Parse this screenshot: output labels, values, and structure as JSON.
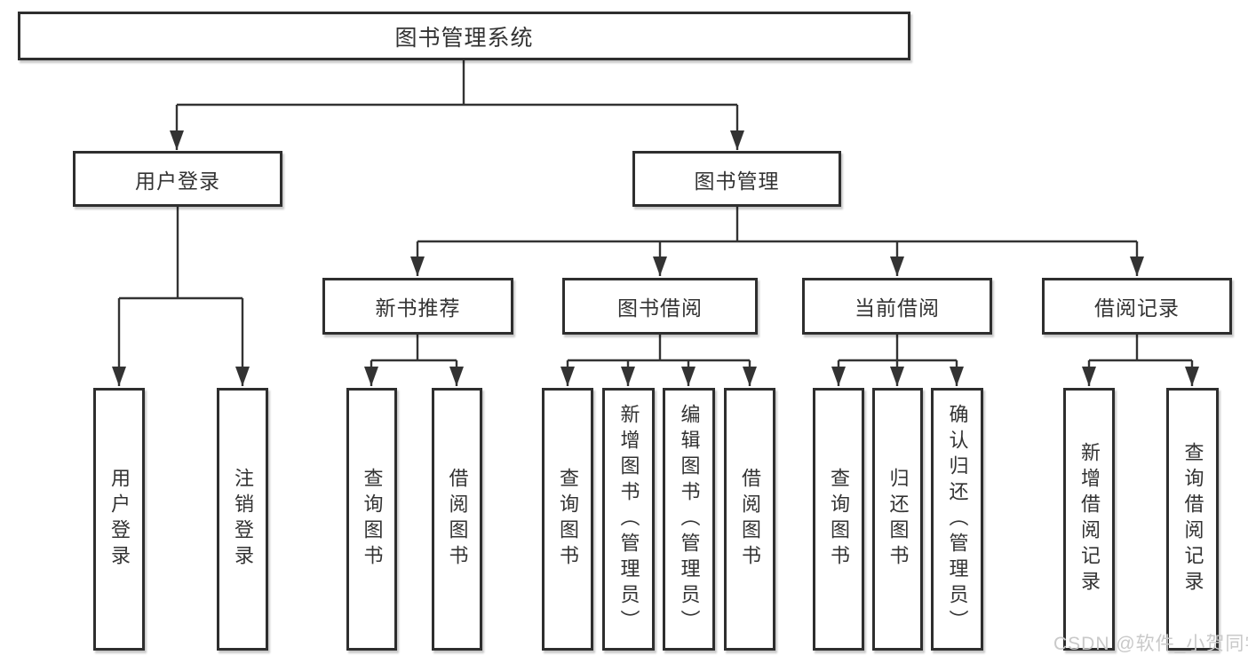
{
  "diagram": {
    "root": {
      "label": "图书管理系统"
    },
    "level2": [
      {
        "label": "用户登录"
      },
      {
        "label": "图书管理"
      }
    ],
    "level3": [
      {
        "parent": "图书管理",
        "label": "新书推荐"
      },
      {
        "parent": "图书管理",
        "label": "图书借阅"
      },
      {
        "parent": "图书管理",
        "label": "当前借阅"
      },
      {
        "parent": "图书管理",
        "label": "借阅记录"
      }
    ],
    "leaves": [
      {
        "parent": "用户登录",
        "label": "用户登录"
      },
      {
        "parent": "用户登录",
        "label": "注销登录"
      },
      {
        "parent": "新书推荐",
        "label": "查询图书"
      },
      {
        "parent": "新书推荐",
        "label": "借阅图书"
      },
      {
        "parent": "图书借阅",
        "label": "查询图书"
      },
      {
        "parent": "图书借阅",
        "label": "新增图书（管理员）"
      },
      {
        "parent": "图书借阅",
        "label": "编辑图书（管理员）"
      },
      {
        "parent": "图书借阅",
        "label": "借阅图书"
      },
      {
        "parent": "当前借阅",
        "label": "查询图书"
      },
      {
        "parent": "当前借阅",
        "label": "归还图书"
      },
      {
        "parent": "当前借阅",
        "label": "确认归还（管理员）"
      },
      {
        "parent": "借阅记录",
        "label": "新增借阅记录"
      },
      {
        "parent": "借阅记录",
        "label": "查询借阅记录"
      }
    ],
    "watermark": "CSDN @软件_小贺同学",
    "colors": {
      "line": "#333333",
      "box_border": "#2e2e2e",
      "text": "#333333",
      "watermark": "#c9c9c9",
      "background": "#ffffff"
    }
  }
}
